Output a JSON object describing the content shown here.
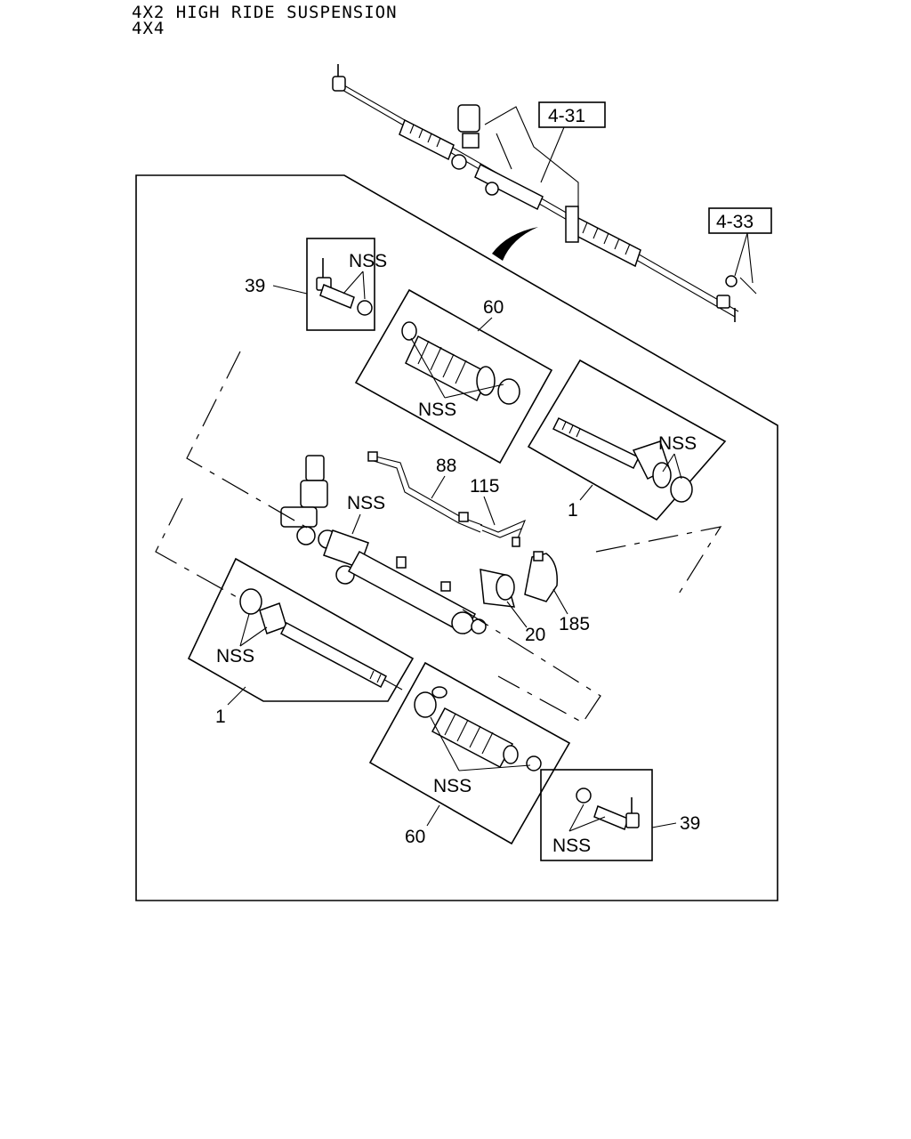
{
  "header": {
    "line1": "4X2 HIGH RIDE SUSPENSION",
    "line2": "4X4"
  },
  "refs": {
    "steering_assembly": "4-31",
    "tie_rod_nut": "4-33"
  },
  "labels": {
    "nss": "NSS",
    "tie_rod_end": "39",
    "boot_kit": "60",
    "inner_tie_rod": "1",
    "pipe_88": "88",
    "pipe_115": "115",
    "mount_rubber": "20",
    "bracket": "185"
  }
}
